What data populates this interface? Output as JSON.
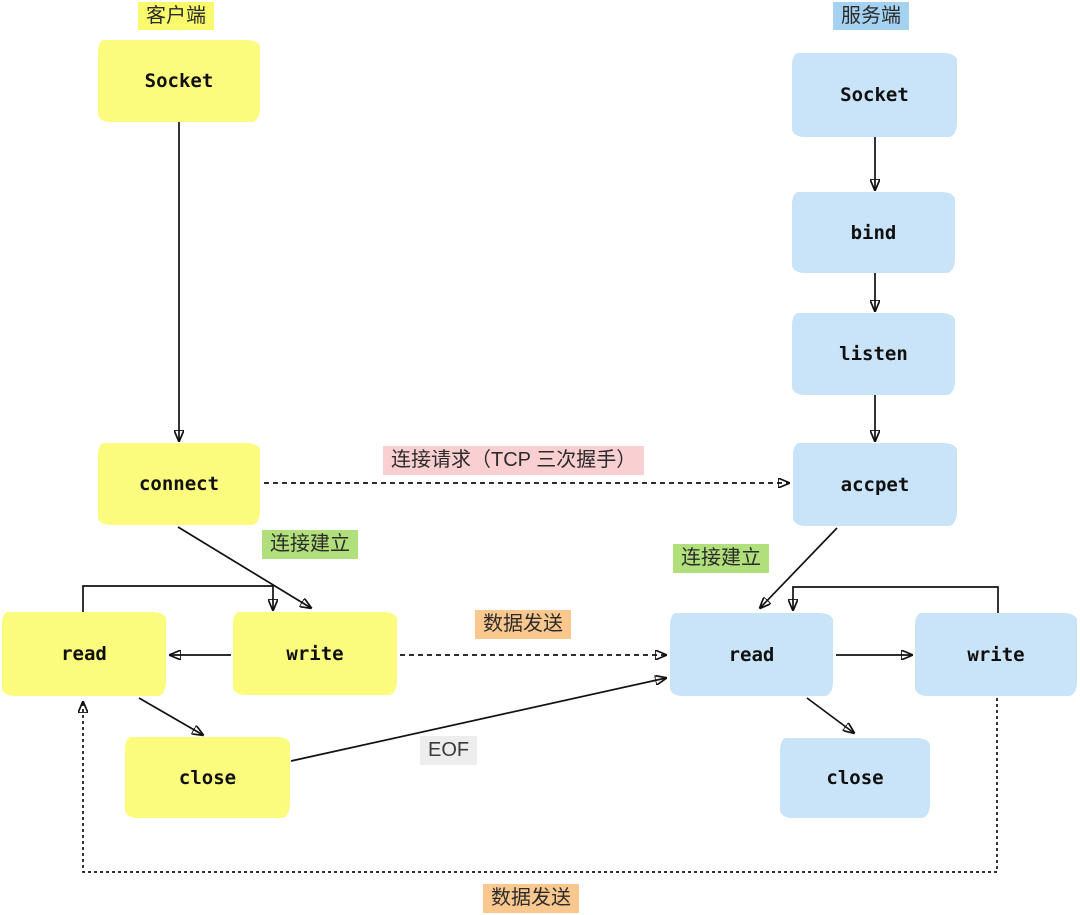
{
  "columns": {
    "client": {
      "label": "客户端"
    },
    "server": {
      "label": "服务端"
    }
  },
  "nodes": {
    "client_socket": {
      "label": "Socket"
    },
    "client_connect": {
      "label": "connect"
    },
    "client_read": {
      "label": "read"
    },
    "client_write": {
      "label": "write"
    },
    "client_close": {
      "label": "close"
    },
    "server_socket": {
      "label": "Socket"
    },
    "server_bind": {
      "label": "bind"
    },
    "server_listen": {
      "label": "listen"
    },
    "server_accpet": {
      "label": "accpet"
    },
    "server_read": {
      "label": "read"
    },
    "server_write": {
      "label": "write"
    },
    "server_close": {
      "label": "close"
    }
  },
  "edge_labels": {
    "conn_request": {
      "text": "连接请求（TCP 三次握手）"
    },
    "conn_established_client": {
      "text": "连接建立"
    },
    "conn_established_server": {
      "text": "连接建立"
    },
    "data_send_top": {
      "text": "数据发送"
    },
    "eof": {
      "text": "EOF"
    },
    "data_send_bottom": {
      "text": "数据发送"
    }
  },
  "colors": {
    "client_node_bg": "#FBFB7E",
    "server_node_bg": "#C9E3F8",
    "client_header_bg": "#F9F96C",
    "server_header_bg": "#A6D2F2",
    "label_pink_bg": "#F9CFD2",
    "label_green_bg": "#B1DF7C",
    "label_orange_bg": "#FAC88E",
    "label_gray_bg": "#EDEDED",
    "line": "#111111"
  }
}
